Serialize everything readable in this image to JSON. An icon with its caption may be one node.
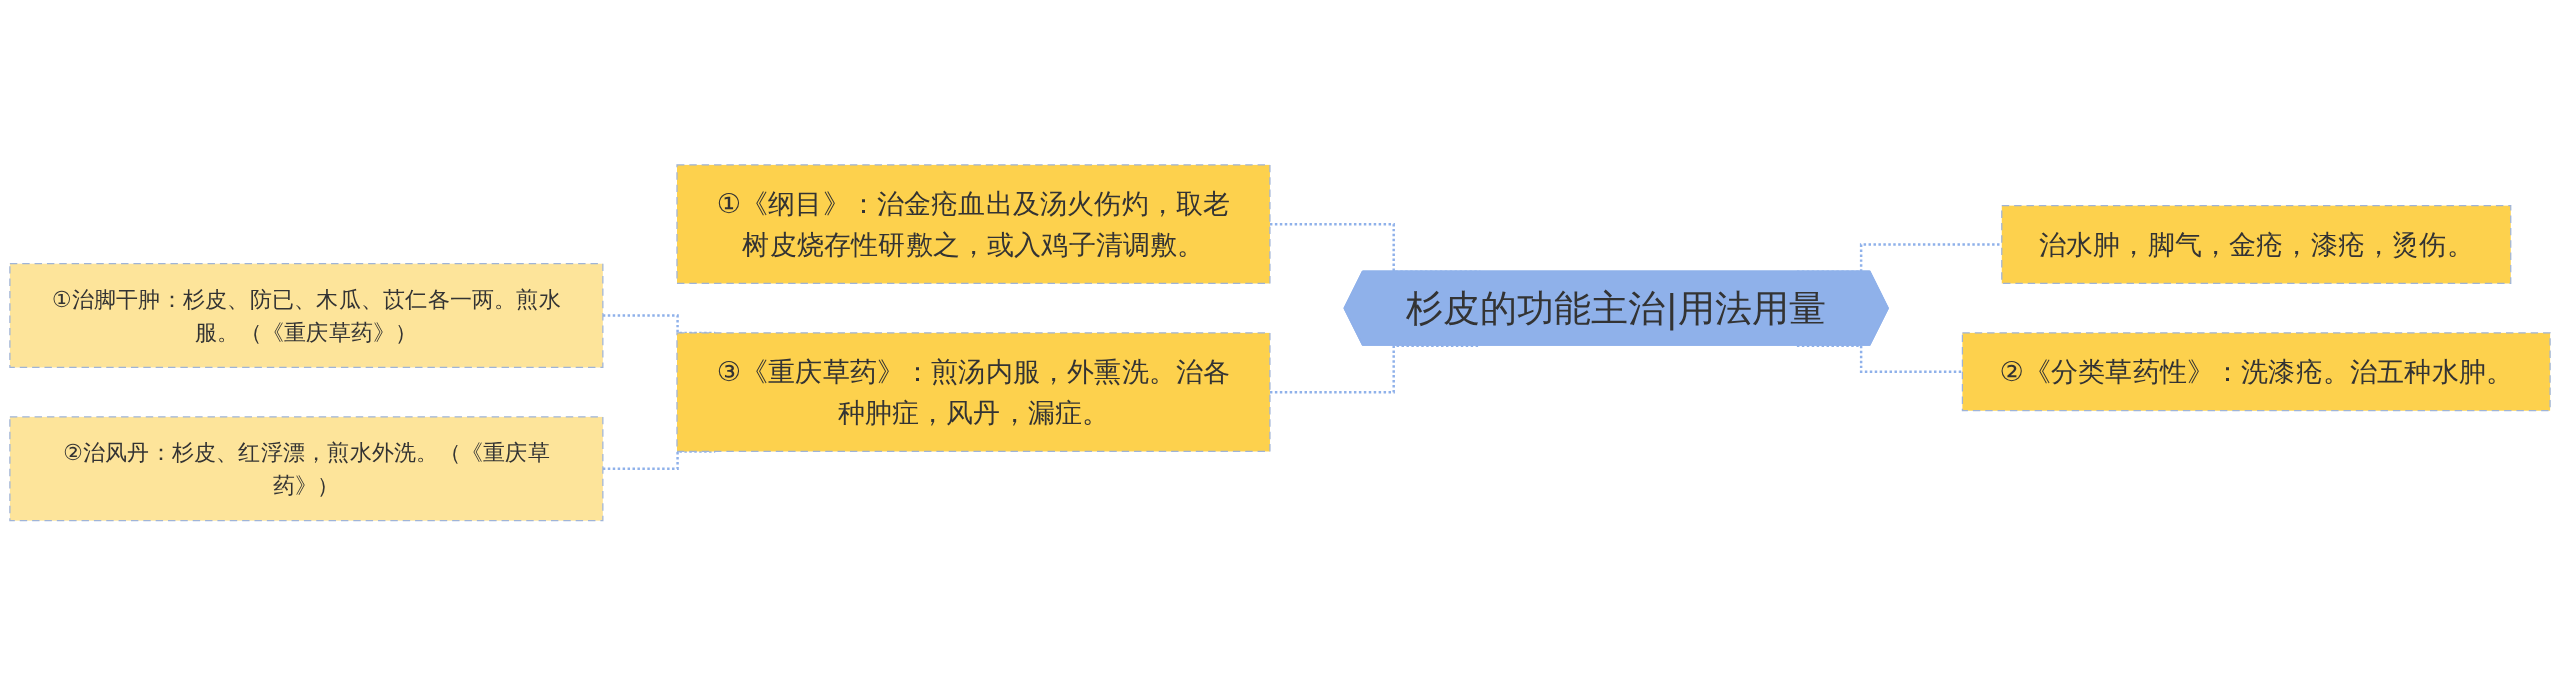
{
  "diagram": {
    "nodes": [
      {
        "text": [
          "杉皮的功能主治|用法用量"
        ]
      },
      {
        "text": [
          "治水肿，脚气，金疮，漆疮，烫伤。"
        ]
      },
      {
        "text": [
          "②《分类草药性》：洗漆疮。治五种水肿。"
        ]
      },
      {
        "text": [
          "①《纲目》：治金疮血出及汤火伤灼，取老树皮烧存性研敷之，或入鸡子清调敷。"
        ]
      },
      {
        "text": [
          "③《重庆草药》：煎汤内服，外熏洗。治各种肿症，风丹，漏症。"
        ]
      },
      {
        "text": [
          "①治脚干肿：杉皮、防已、木瓜、苡仁各一两。煎水服。（《重庆草药》）"
        ]
      },
      {
        "text": [
          "②治风丹：杉皮、红浮漂，煎水外洗。（《重庆草药》）"
        ]
      }
    ],
    "edges": [
      {
        "from": 0,
        "to": 1,
        "arrow": "none",
        "style": "dashed"
      },
      {
        "from": 0,
        "to": 2,
        "arrow": "none",
        "style": "dashed"
      },
      {
        "from": 0,
        "to": 3,
        "arrow": "none",
        "style": "dashed"
      },
      {
        "from": 0,
        "to": 4,
        "arrow": "none",
        "style": "dashed"
      },
      {
        "from": 4,
        "to": 5,
        "arrow": "none",
        "style": "dashed"
      },
      {
        "from": 4,
        "to": 6,
        "arrow": "none",
        "style": "dashed"
      }
    ]
  }
}
